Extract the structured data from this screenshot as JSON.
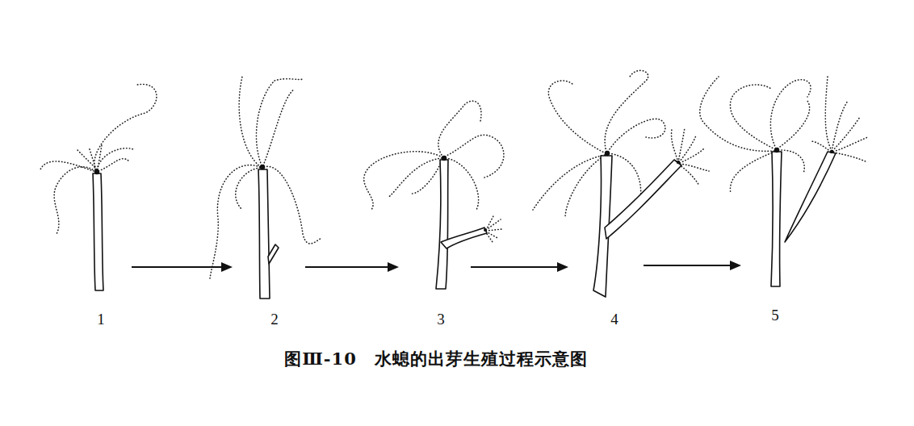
{
  "diagram": {
    "caption": "图Ⅲ-10　水螅的出芽生殖过程示意图",
    "labels": [
      "1",
      "2",
      "3",
      "4",
      "5"
    ]
  }
}
